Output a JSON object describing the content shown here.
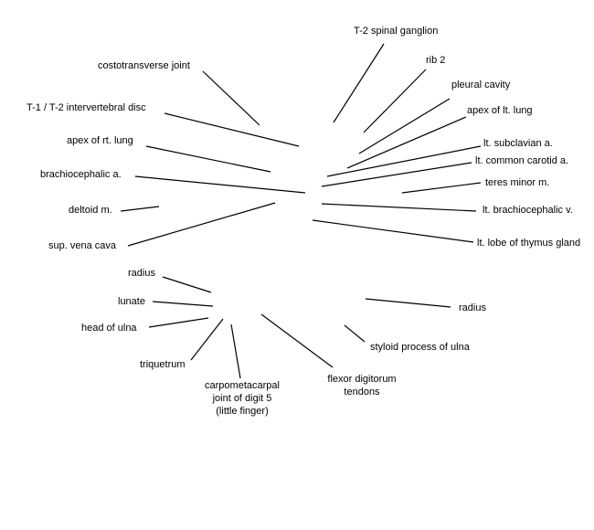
{
  "labels": {
    "t2_spinal_ganglion": "T-2 spinal ganglion",
    "costotransverse_joint": "costotransverse joint",
    "rib_2": "rib 2",
    "pleural_cavity": "pleural cavity",
    "t1_t2_disc": "T-1 / T-2 intervertebral disc",
    "apex_lt_lung": "apex of lt. lung",
    "apex_rt_lung": "apex of rt. lung",
    "lt_subclavian": "lt. subclavian a.",
    "lt_common_carotid": "lt. common carotid a.",
    "brachiocephalic_a": "brachiocephalic a.",
    "teres_minor": "teres minor m.",
    "deltoid": "deltoid m.",
    "lt_brachiocephalic_v": "lt. brachiocephalic v.",
    "sup_vena_cava": "sup. vena cava",
    "lt_lobe_thymus": "lt. lobe of thymus gland",
    "radius_upper": "radius",
    "lunate": "lunate",
    "radius_right": "radius",
    "head_of_ulna": "head of ulna",
    "styloid_ulna": "styloid process of ulna",
    "triquetrum": "triquetrum",
    "cmc_line1": "carpometacarpal",
    "cmc_line2": "joint of digit 5",
    "cmc_line3": "(little finger)",
    "flexor_line1": "flexor digitorum",
    "flexor_line2": "tendons"
  }
}
